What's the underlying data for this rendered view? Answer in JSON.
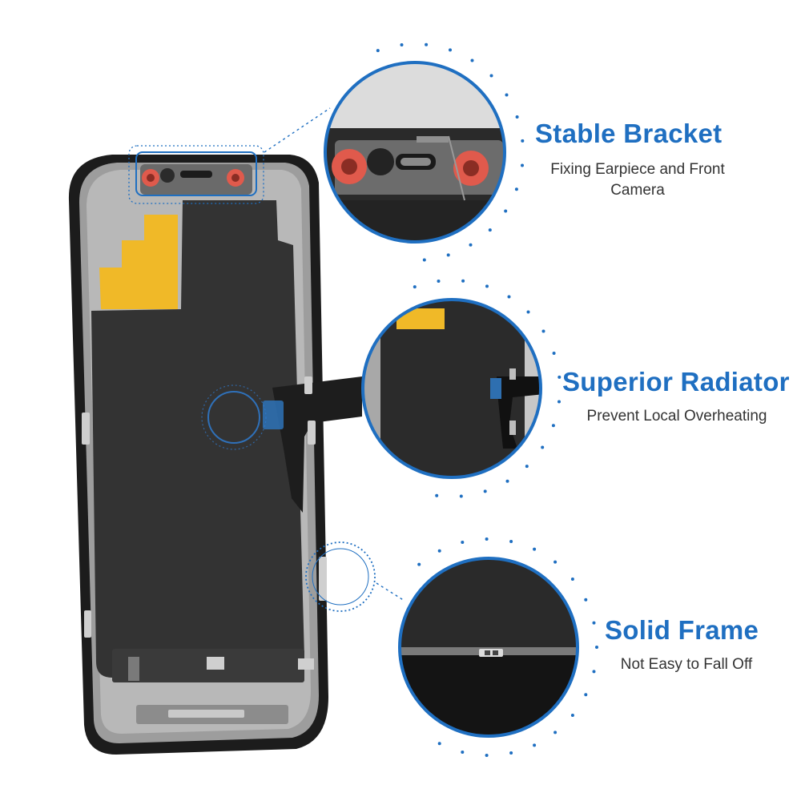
{
  "colors": {
    "accent": "#1f6fc1",
    "text": "#333333",
    "screen_black": "#242424",
    "graphite_sheet": "#333333",
    "copper_tape": "#f0b928",
    "metal_frame": "#b7b7b7"
  },
  "features": [
    {
      "title": "Stable Bracket",
      "description_lines": [
        "Fixing Earpiece and Front",
        "Camera"
      ]
    },
    {
      "title": "Superior Radiator",
      "description_lines": [
        "Prevent Local Overheating"
      ]
    },
    {
      "title": "Solid Frame",
      "description_lines": [
        "Not Easy to Fall Off"
      ]
    }
  ]
}
